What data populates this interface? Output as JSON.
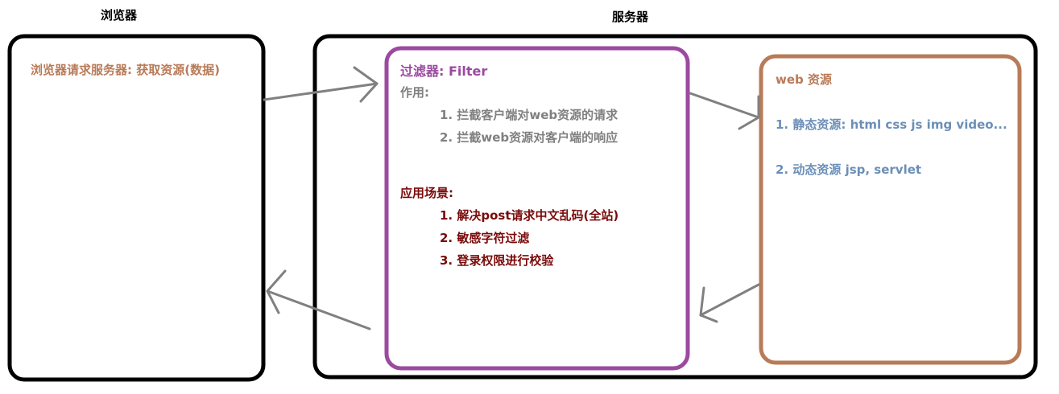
{
  "headings": {
    "browser": "浏览器",
    "server": "服务器"
  },
  "browser_box": {
    "request_text": "浏览器请求服务器: 获取资源(数据)"
  },
  "filter_box": {
    "title": "过滤器: Filter",
    "purpose_label": "作用:",
    "purpose_items": [
      "1. 拦截客户端对web资源的请求",
      "2. 拦截web资源对客户端的响应"
    ],
    "scenario_label": "应用场景:",
    "scenario_items": [
      "1. 解决post请求中文乱码(全站)",
      "2. 敏感字符过滤",
      "3. 登录权限进行校验"
    ]
  },
  "web_box": {
    "title": "web 资源",
    "items": [
      "1. 静态资源: html css  js  img video...",
      "2. 动态资源   jsp, servlet"
    ]
  },
  "colors": {
    "box_border": "#000000",
    "filter_border": "#9b4aa0",
    "web_border": "#b87b58",
    "arrow": "#808080",
    "orange_text": "#b87b58",
    "grey_text": "#808080",
    "darkred_text": "#7a0a0a",
    "blue_text": "#6b8fb8"
  }
}
